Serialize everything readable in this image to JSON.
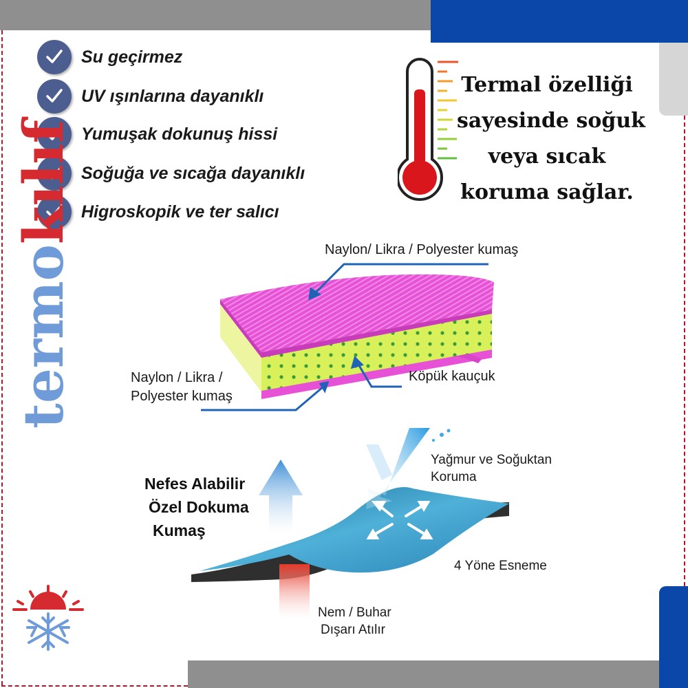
{
  "features": [
    {
      "label": "Su geçirmez"
    },
    {
      "label": "UV ışınlarına dayanıklı"
    },
    {
      "label": "Yumuşak dokunuş hissi"
    },
    {
      "label": "Soğuğa ve sıcağa dayanıklı"
    },
    {
      "label": "Higroskopik ve ter salıcı"
    }
  ],
  "thermal": {
    "lines": [
      "Termal özelliği",
      "sayesinde soğuk",
      "veya sıcak",
      "koruma sağlar."
    ]
  },
  "logo": {
    "part1": "termo",
    "part2": "kılıf"
  },
  "layers": {
    "top_label": "Naylon/ Likra / Polyester kumaş",
    "bottom_label_line1": "Naylon / Likra /",
    "bottom_label_line2": "Polyester kumaş",
    "foam_label": "Köpük kauçuk"
  },
  "breathable": {
    "title_lines": [
      "Nefes Alabilir",
      "Özel Dokuma",
      "Kumaş"
    ],
    "rain_line1": "Yağmur ve Soğuktan",
    "rain_line2": "Koruma",
    "stretch": "4 Yöne Esneme",
    "vapor_line1": "Nem / Buhar",
    "vapor_line2": "Dışarı Atılır"
  },
  "colors": {
    "frame_blue": "#0a47a8",
    "frame_gray": "#8f8f8f",
    "check_circle": "#4c5e8f",
    "fabric_pink": "#e651d6",
    "foam_green": "#d8f05a",
    "logo_blue": "#6f9bd8",
    "logo_red": "#d42a30",
    "thermometer_red": "#d9161c"
  }
}
